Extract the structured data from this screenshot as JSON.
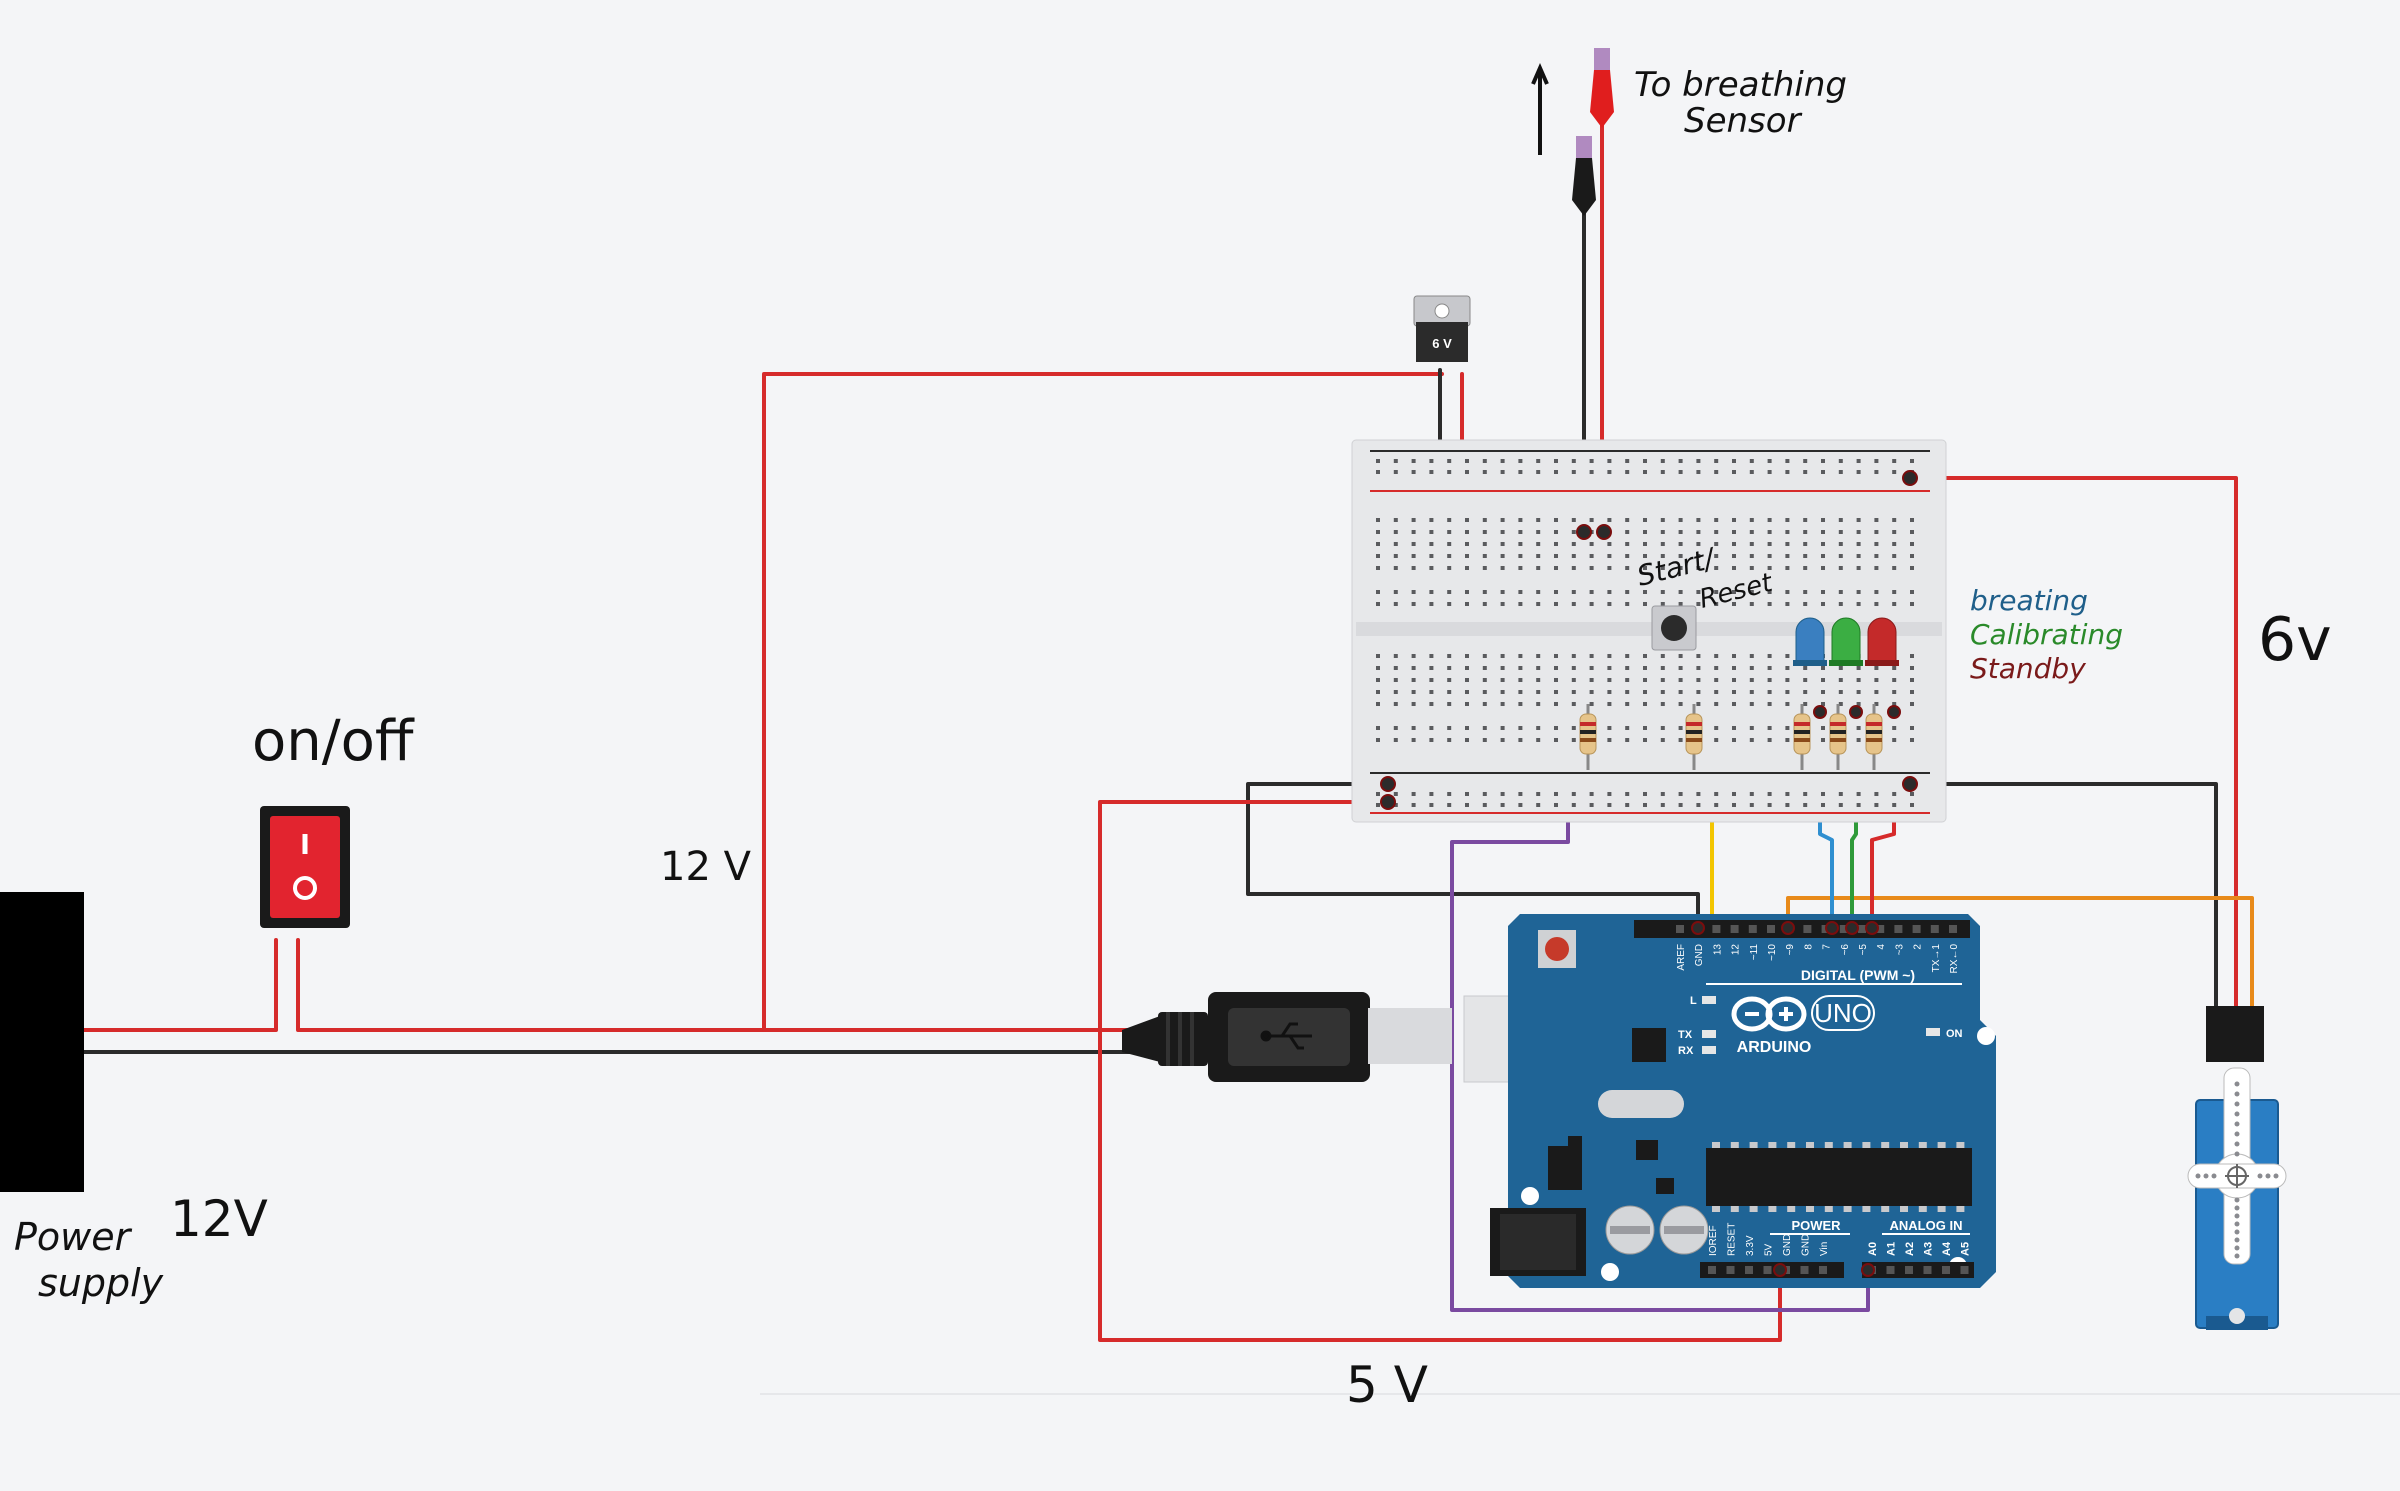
{
  "labels": {
    "to_sensor_line1": "To breathing",
    "to_sensor_line2": "Sensor",
    "on_off": "on/off",
    "twelve_v_wire": "12 V",
    "power_supply_line1": "Power",
    "power_supply_line2": "supply",
    "power_supply_value": "12V",
    "five_v": "5 V",
    "six_v": "6v",
    "start_reset_line1": "Start/",
    "start_reset_line2": "Reset",
    "regulator": "6 V",
    "led_blue": "breating",
    "led_green": "Calibrating",
    "led_red": "Standby"
  },
  "arduino": {
    "brand": "ARDUINO",
    "model": "UNO",
    "digital_header": "DIGITAL (PWM ~)",
    "power_header": "POWER",
    "analog_header": "ANALOG IN",
    "led_l": "L",
    "led_tx": "TX",
    "led_rx": "RX",
    "led_on": "ON",
    "top_pins": [
      "AREF",
      "GND",
      "13",
      "12",
      "~11",
      "~10",
      "~9",
      "8",
      "7",
      "~6",
      "~5",
      "4",
      "~3",
      "2",
      "TX→1",
      "RX←0"
    ],
    "power_pins": [
      "IOREF",
      "RESET",
      "3.3V",
      "5V",
      "GND",
      "GND",
      "Vin"
    ],
    "analog_pins": [
      "A0",
      "A1",
      "A2",
      "A3",
      "A4",
      "A5"
    ]
  },
  "colors": {
    "wire_red": "#d62b2b",
    "wire_black": "#2b2b2b",
    "wire_yellow": "#f2c500",
    "wire_blue": "#2f8fd0",
    "wire_green": "#2f9a3a",
    "wire_orange": "#e88a1a",
    "wire_purple": "#7a4aa0",
    "arduino_blue": "#1f6496",
    "led_blue_text": "#1f5f8a",
    "led_green_text": "#2a8a2a",
    "led_red_text": "#7a1a1a"
  }
}
